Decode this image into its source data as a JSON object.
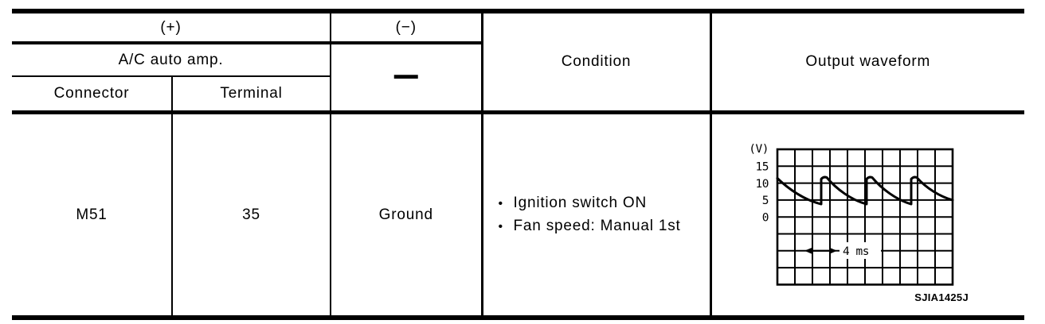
{
  "table": {
    "header": {
      "plus": "(+)",
      "minus": "(−)",
      "amp_group": "A/C auto amp.",
      "dash": "—",
      "connector": "Connector",
      "terminal": "Terminal",
      "condition": "Condition",
      "output_waveform": "Output waveform"
    },
    "row": {
      "connector": "M51",
      "terminal": "35",
      "minus": "Ground",
      "bullet": "•",
      "conditions": [
        "Ignition switch ON",
        "Fan speed: Manual 1st"
      ]
    }
  },
  "figure": {
    "unit_label": "(V)",
    "y_ticks": [
      "15",
      "10",
      "5",
      "0"
    ],
    "time_label": "4 ms",
    "caption": "SJIA1425J"
  },
  "chart_data": {
    "type": "line",
    "title": "Output waveform (blower fan control signal)",
    "ylabel": "(V)",
    "y_ticks": [
      15,
      10,
      5,
      0
    ],
    "ylim_gridlines": [
      20,
      -20
    ],
    "grid": "on",
    "grid_divisions": {
      "columns": 10,
      "rows": 8,
      "volts_per_division": 5
    },
    "time_annotation": {
      "label": "4 ms",
      "span_divisions": 1.7
    },
    "waveform": {
      "shape": "repeating exponential decay (sawtooth with vertical rise and rounded peak)",
      "peak_v": 11.8,
      "trough_v": 3.8,
      "start_v": 11.3,
      "end_v": 4.3,
      "cycles_visible": 4,
      "period_divisions": 2.55,
      "x_jump_positions_divisions": [
        2.55,
        5.1,
        7.65
      ]
    }
  }
}
